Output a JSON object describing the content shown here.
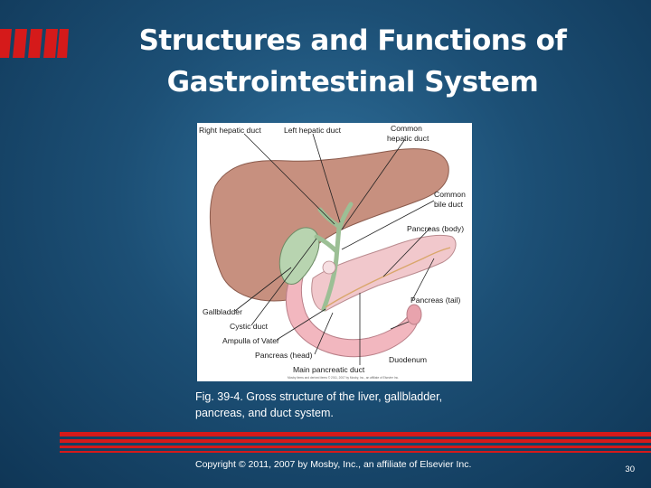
{
  "slide": {
    "title_line1": "Structures and Functions of",
    "title_line2": "Gastrointestinal System",
    "caption_line1": "Fig. 39-4. Gross structure of the liver, gallbladder,",
    "caption_line2": "pancreas, and duct system.",
    "copyright": "Copyright © 2011, 2007 by Mosby, Inc., an affiliate of Elsevier Inc.",
    "page_number": "30"
  },
  "figure": {
    "labels": {
      "right_hepatic_duct": "Right hepatic duct",
      "left_hepatic_duct": "Left hepatic duct",
      "common_hepatic_duct_1": "Common",
      "common_hepatic_duct_2": "hepatic duct",
      "common_bile_duct_1": "Common",
      "common_bile_duct_2": "bile duct",
      "pancreas_body": "Pancreas (body)",
      "pancreas_tail": "Pancreas (tail)",
      "gallbladder": "Gallbladder",
      "cystic_duct": "Cystic duct",
      "ampulla_of_vater": "Ampulla of Vater",
      "pancreas_head": "Pancreas (head)",
      "duodenum": "Duodenum",
      "main_pancreatic_duct": "Main pancreatic duct"
    },
    "fine_print": "Mosby items and derived items © 2011, 2007 by Mosby, Inc., an affiliate of Elsevier Inc."
  },
  "colors": {
    "background": "#1c4f75",
    "accent_red": "#d51a1a",
    "liver": "#c7907f",
    "gallbladder": "#b8d4b0",
    "pancreas": "#f1c8cc",
    "duodenum": "#f2b7bf"
  }
}
